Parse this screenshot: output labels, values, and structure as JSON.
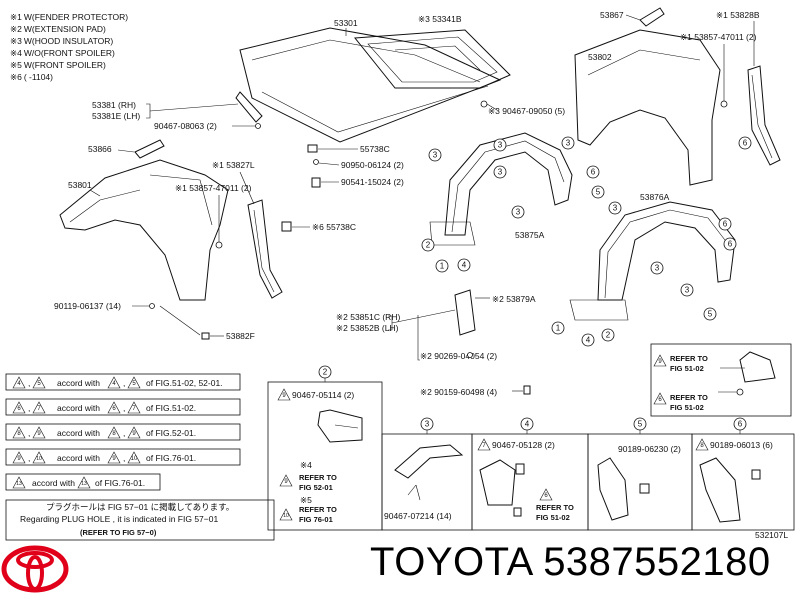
{
  "legend_notes": [
    {
      "key": "※1",
      "text": "W(FENDER PROTECTOR)"
    },
    {
      "key": "※2",
      "text": "W(EXTENSION PAD)"
    },
    {
      "key": "※3",
      "text": "W(HOOD INSULATOR)"
    },
    {
      "key": "※4",
      "text": "W/O(FRONT SPOILER)"
    },
    {
      "key": "※5",
      "text": "W(FRONT SPOILER)"
    },
    {
      "key": "※6",
      "text": "(   -1104)"
    }
  ],
  "part_numbers": {
    "hood": "53301",
    "hood_insulator": "※3 53341B",
    "fender_rh": "53802",
    "fender_lh": "53801",
    "seal_53867": "53867",
    "seal_53866": "53866",
    "hood_support_rh": "53381 (RH)",
    "hood_support_lh": "53381E (LH)",
    "bolt_08063": "90467-08063 (2)",
    "retainer_09050": "※3 90467-09050 (5)",
    "cushion_55738c_a": "55738C",
    "retainer_06124": "90950-06124 (2)",
    "screw_15024": "90541-15024 (2)",
    "cushion_55738c_b": "※6 55738C",
    "liner_53875a": "53875A",
    "liner_53876a": "53876A",
    "seal_53828b": "※1 53828B",
    "clip_47011_r": "※1 53857-47011 (2)",
    "seal_53827l": "※1 53827L",
    "clip_47011_l": "※1 53857-47011 (2)",
    "bolt_06137": "90119-06137 (14)",
    "clip_53882f": "53882F",
    "pad_53879a": "※2 53879A",
    "shield_rh": "※2 53851C (RH)",
    "shield_lh": "※2 53852B (LH)",
    "clip_04054": "※2 90269-04054 (2)",
    "clip_60498": "※2 90159-60498 (4)"
  },
  "callouts": {
    "n1": "1",
    "n2": "2",
    "n3": "3",
    "n4": "4",
    "n5": "5",
    "n6": "6"
  },
  "accord_table": [
    {
      "a": "4",
      "b": "5",
      "mid": "accord with",
      "c": "4",
      "d": "5",
      "tail": "of FIG.51-02, 52-01."
    },
    {
      "a": "6",
      "b": "7",
      "mid": "accord with",
      "c": "6",
      "d": "7",
      "tail": "of FIG.51-02."
    },
    {
      "a": "8",
      "b": "9",
      "mid": "accord with",
      "c": "8",
      "d": "9",
      "tail": "of FIG.52-01."
    },
    {
      "a": "9",
      "b": "10",
      "mid": "accord with",
      "c": "9",
      "d": "10",
      "tail": "of FIG.76-01."
    },
    {
      "a": "13",
      "b": "",
      "mid": "accord with",
      "c": "13",
      "d": "",
      "tail": "of FIG.76-01."
    }
  ],
  "plug_note": {
    "jp": "プラグホールは FIG  57−01 に掲載してあります。",
    "en": "Regarding  PLUG  HOLE , it is indicated in FIG  57−01",
    "ref": "(REFER  TO  FIG  57−0)"
  },
  "detail_right": {
    "refer1": "REFER  TO",
    "fig1": "FIG  51-02",
    "refer2": "REFER  TO",
    "fig2": "FIG  51-02",
    "tri1": "9",
    "tri2": "6"
  },
  "detail_panels": [
    {
      "circle": "2",
      "label1": "90467-05114 (2)",
      "tri": "9",
      "note1": "※4",
      "refer1": "REFER  TO",
      "fig1": "FIG  52-01",
      "note2": "※5",
      "refer2": "REFER  TO",
      "fig2": "FIG  76-01",
      "tri2": "9",
      "tri3": "10"
    },
    {
      "circle": "3",
      "label1": "90467-07214 (14)"
    },
    {
      "circle": "4",
      "label1": "90467-05128 (2)",
      "tri": "7",
      "tri2": "6",
      "refer": "REFER  TO",
      "fig": "FIG  51-02"
    },
    {
      "circle": "5",
      "label1": "90189-06230 (2)"
    },
    {
      "circle": "6",
      "label1": "90189-06013 (6)",
      "tri": "8"
    }
  ],
  "figure_code": "532107L",
  "brand": {
    "name": "TOYOTA",
    "part_number": "5387552180",
    "caption": "TOYOTA 5387552180",
    "logo_color": "#e1001a"
  }
}
